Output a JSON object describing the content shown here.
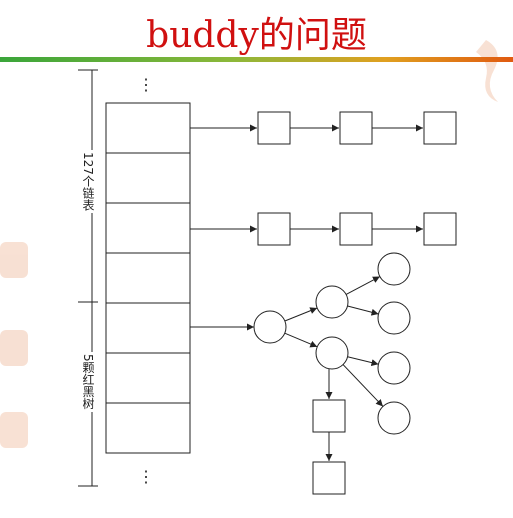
{
  "title": "buddy的问题",
  "labels": {
    "upper_bracket": "127个链表",
    "lower_bracket": "5颗红黑树",
    "ellipsis_top": "⋮",
    "ellipsis_bottom": "⋮"
  },
  "array": {
    "cell_count": 7
  },
  "lists": [
    {
      "node_count": 3
    },
    {
      "node_count": 3
    }
  ],
  "tree": {
    "root": "circle",
    "children": [
      {
        "type": "circle",
        "children": [
          "circle",
          "circle"
        ]
      },
      {
        "type": "circle",
        "children": [
          "circle",
          "circle",
          "square"
        ]
      }
    ],
    "chain": [
      "square",
      "square"
    ]
  },
  "colors": {
    "title": "#d01010",
    "stroke": "#222222",
    "background_pattern": "#f2c8b0"
  }
}
